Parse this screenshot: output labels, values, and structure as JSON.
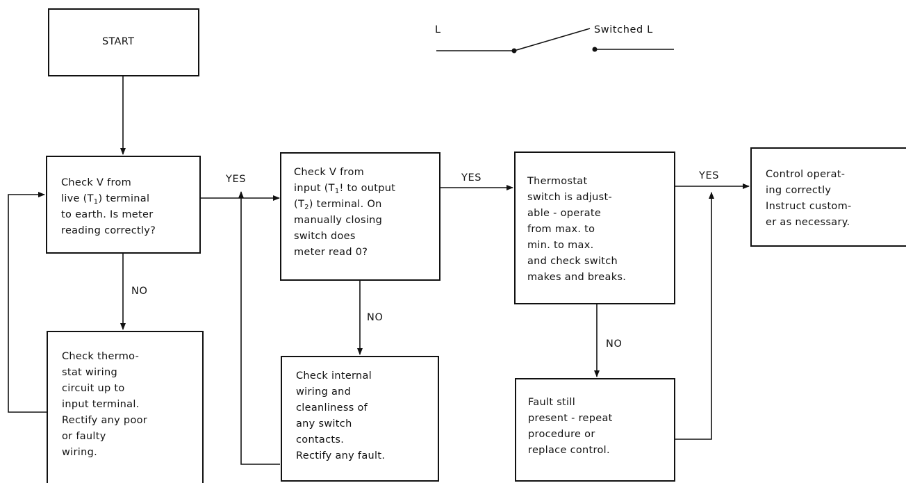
{
  "start": {
    "text": "START"
  },
  "symbol": {
    "left_label": "L",
    "right_label": "Switched L"
  },
  "boxes": {
    "check_live": {
      "lines": [
        "Check V from",
        "live (T",
        "1",
        ") terminal",
        "to earth. Is meter",
        "reading correctly?"
      ]
    },
    "check_wiring": {
      "lines": [
        "Check thermo-",
        "stat wiring",
        "circuit up to",
        "input terminal.",
        "Rectify any poor",
        "or faulty",
        "wiring."
      ]
    },
    "check_input_output": {
      "lines": [
        "Check V from",
        "input (T",
        "1",
        "! to output",
        "(T",
        "2",
        ") terminal. On",
        "manually closing",
        "switch does",
        "meter read 0?"
      ]
    },
    "check_internal": {
      "lines": [
        "Check internal",
        "wiring and",
        "cleanliness of",
        "any switch",
        "contacts.",
        "Rectify any fault."
      ]
    },
    "thermostat": {
      "lines": [
        "Thermostat",
        "switch is adjust-",
        "able - operate",
        "from max. to",
        "min. to max.",
        "and check switch",
        "makes and breaks."
      ]
    },
    "fault_present": {
      "lines": [
        "Fault still",
        "present - repeat",
        "procedure or",
        "replace control."
      ]
    },
    "control_ok": {
      "lines": [
        "Control operat-",
        "ing correctly",
        "Instruct custom-",
        "er as necessary."
      ]
    }
  },
  "labels": {
    "yes1": "YES",
    "yes2": "YES",
    "yes3": "YES",
    "no1": "NO",
    "no2": "NO",
    "no3": "NO"
  }
}
